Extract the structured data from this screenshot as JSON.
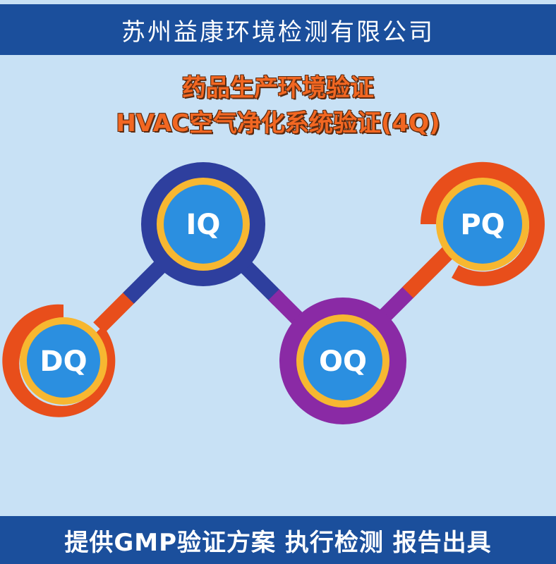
{
  "header": {
    "company": "苏州益康环境检测有限公司"
  },
  "title": {
    "line1": "药品生产环境验证",
    "line2": "HVAC空气净化系统验证(4Q)"
  },
  "stages": [
    {
      "label": "DQ",
      "ring_color": "#e84e1b"
    },
    {
      "label": "IQ",
      "ring_color": "#2e3f9e"
    },
    {
      "label": "OQ",
      "ring_color": "#8a2aa5"
    },
    {
      "label": "PQ",
      "ring_color": "#e84e1b"
    }
  ],
  "colors": {
    "inner_circle": "#2b8fe0",
    "gold_ring": "#f7b731",
    "banner": "#1b4f9c",
    "background": "#c8e1f5",
    "title_text": "#f26722"
  },
  "footer": {
    "tagline": "提供GMP验证方案 执行检测 报告出具"
  }
}
